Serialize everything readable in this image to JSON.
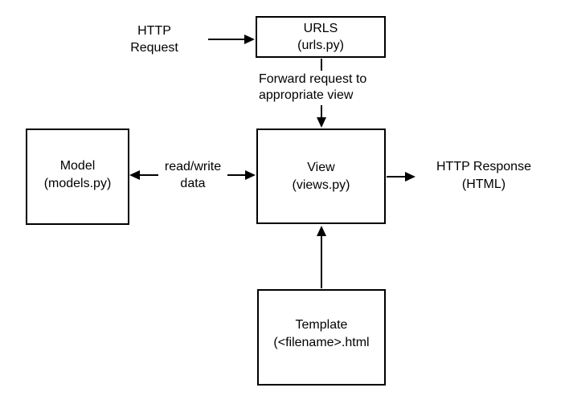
{
  "diagram": {
    "description": "Django request/response flow diagram (MVT architecture)",
    "colors": {
      "background": "#ffffff",
      "stroke": "#000000",
      "text": "#000000"
    },
    "nodes": {
      "urls": {
        "line1": "URLS",
        "line2": "(urls.py)"
      },
      "model": {
        "line1": "Model",
        "line2": "(models.py)"
      },
      "view": {
        "line1": "View",
        "line2": "(views.py)"
      },
      "template": {
        "line1": "Template",
        "line2": "(<filename>.html"
      }
    },
    "labels": {
      "http_request": {
        "line1": "HTTP",
        "line2": "Request"
      },
      "forward": {
        "line1": "Forward request to",
        "line2": "appropriate view"
      },
      "read_write": {
        "line1": "read/write",
        "line2": "data"
      },
      "http_response": {
        "line1": "HTTP Response",
        "line2": "(HTML)"
      }
    },
    "edges": [
      {
        "from": "http-request-label",
        "to": "urls-node",
        "direction": "right"
      },
      {
        "from": "urls-node",
        "to": "view-node",
        "direction": "down",
        "label": "Forward request to appropriate view"
      },
      {
        "from": "model-node",
        "to": "view-node",
        "direction": "both",
        "label": "read/write data"
      },
      {
        "from": "view-node",
        "to": "http-response-label",
        "direction": "right"
      },
      {
        "from": "template-node",
        "to": "view-node",
        "direction": "up"
      }
    ]
  }
}
